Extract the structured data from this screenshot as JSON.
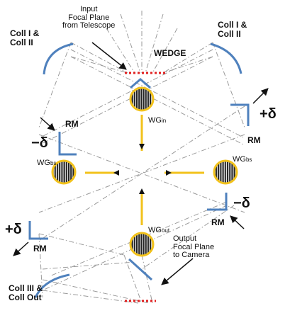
{
  "labels": {
    "input_focal_plane": [
      "Input",
      "Focal Plane",
      "from Telescope"
    ],
    "output_focal_plane": [
      "Output",
      "Focal Plane",
      "to Camera"
    ],
    "coll_left_top": [
      "Coll I &",
      "Coll II"
    ],
    "coll_right_top": [
      "Coll I &",
      "Coll II"
    ],
    "coll_bottom": [
      "Coll III &",
      "Coll Out"
    ],
    "wedge": "WEDGE",
    "wg_in": {
      "main": "WG",
      "sub": "in"
    },
    "wg_out": {
      "main": "WG",
      "sub": "out"
    },
    "wg_bs_left": {
      "main": "WG",
      "sub": "bs"
    },
    "wg_bs_right": {
      "main": "WG",
      "sub": "bs"
    },
    "rm_left_top": "RM",
    "rm_right_top": "RM",
    "rm_left_bottom": "RM",
    "rm_right_bottom": "RM",
    "delta_right_top": "+δ",
    "delta_left_top": "−δ",
    "delta_right_bottom": "−δ",
    "delta_left_bottom": "+δ"
  },
  "colors": {
    "mirror": "#4f81bd",
    "beam": "#f2c21b",
    "grating_ring": "#f2c21b",
    "grating_fill": "#1e1e1e",
    "dashdot": "#9a9a9a",
    "focal_plane": "#e02020"
  }
}
